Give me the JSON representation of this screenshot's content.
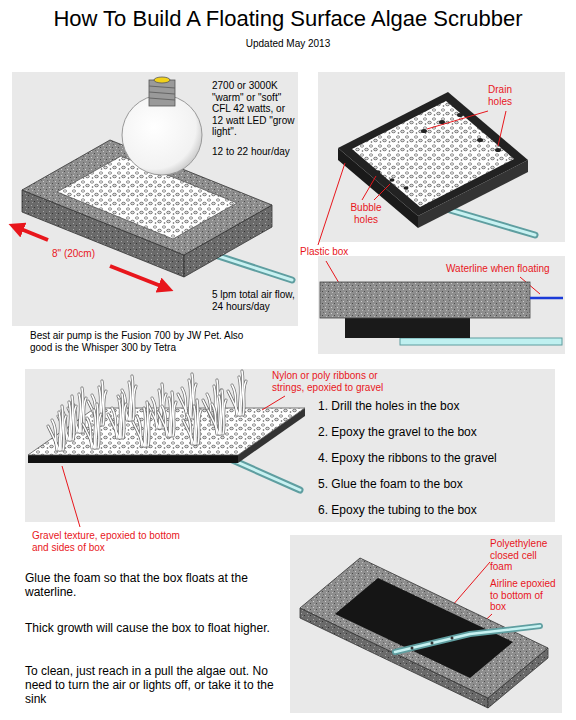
{
  "diagram": {
    "title": "How To Build A Floating Surface Algae Scrubber",
    "labels": [
      "Updated May 2013",
      "2700 or 3000K \"warm\" or \"soft\" CFL 42 watts, or 12 watt LED \"grow light\".",
      "12 to 22 hour/day",
      "8\" (20cm)",
      "5 lpm total air flow, 24 hours/day",
      "Best air pump is the Fusion 700 by JW Pet. Also good is the Whisper 300 by Tetra",
      "Drain holes",
      "Bubble holes",
      "Plastic box",
      "Waterline when floating",
      "Nylon or poly ribbons or strings, epoxied to gravel",
      "1. Drill the holes in the box",
      "2. Epoxy the gravel to the box",
      "4. Epoxy the ribbons to the gravel",
      "5. Glue the foam to the box",
      "6. Epoxy the tubing to the box",
      "Gravel texture, epoxied to bottom and sides of box",
      "Polyethylene closed cell foam",
      "Airline epoxied to bottom of box",
      "Glue the foam so that the box floats at the waterline.",
      "Thick growth will cause the box to float higher.",
      "To clean, just reach in a pull the algae out. No need to turn the air or lights off, or take it to the sink"
    ]
  }
}
